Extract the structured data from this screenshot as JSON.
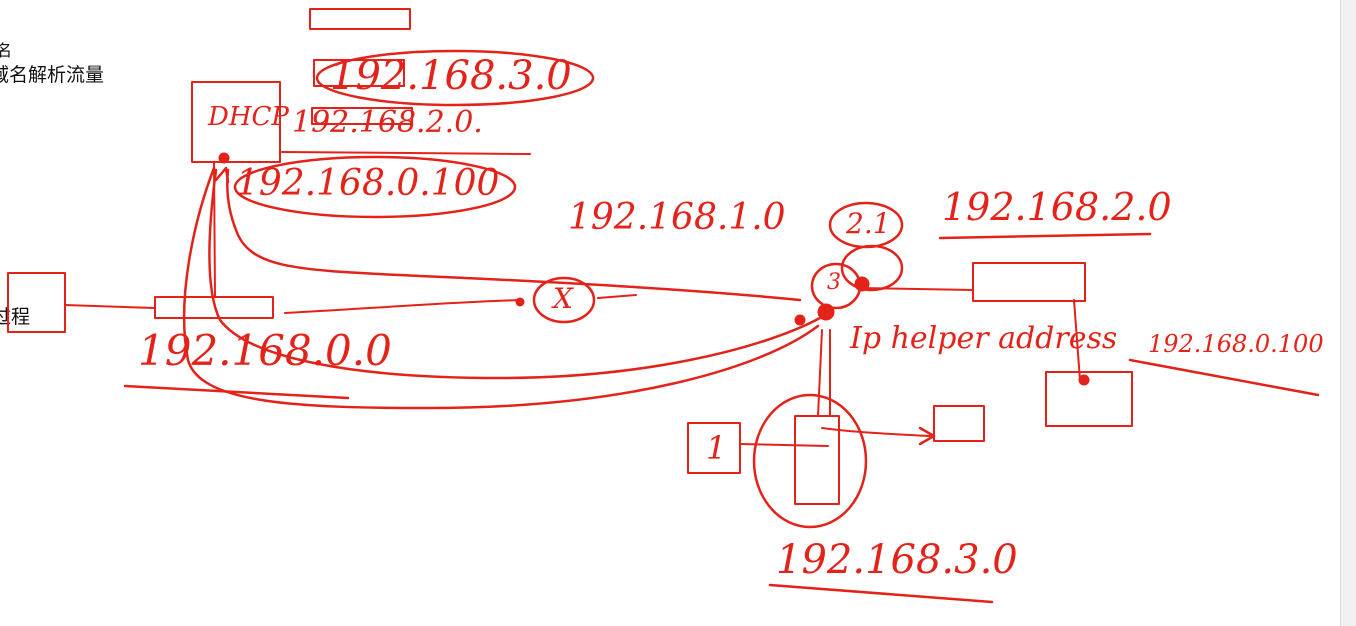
{
  "left_text": {
    "fragment_top": "名",
    "fragment_line2": "域名解析流量",
    "fragment_process": "过程"
  },
  "handwriting": {
    "net_3_top": "192.168.3.0",
    "net_2_top": "192.168.2.0.",
    "dhcp": "DHCP",
    "server_ip_left": "192.168.0.100",
    "net_1": "192.168.1.0",
    "circle_2_1": "2.1",
    "net_2_right": "192.168.2.0",
    "circle_3": "3",
    "cross_x": "X",
    "net_0": "192.168.0.0",
    "ip_helper": "Ip helper address",
    "server_ip_right": "192.168.0.100",
    "pc_1": "1",
    "net_3_bottom": "192.168.3.0"
  },
  "colors": {
    "ink": "#e3231a",
    "text": "#111111",
    "background": "#ffffff"
  }
}
